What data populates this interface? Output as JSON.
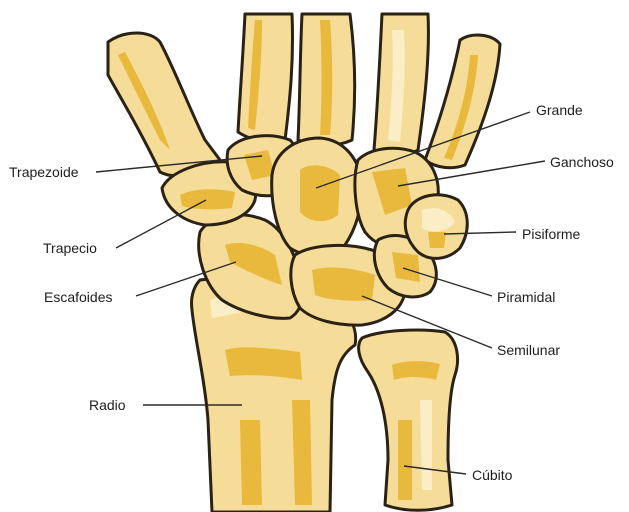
{
  "labels": {
    "trapezoide": "Trapezoide",
    "trapecio": "Trapecio",
    "escafoides": "Escafoides",
    "radio": "Radio",
    "grande": "Grande",
    "ganchoso": "Ganchoso",
    "pisiforme": "Pisiforme",
    "piramidal": "Piramidal",
    "semilunar": "Semilunar",
    "cubito": "Cúbito"
  },
  "colors": {
    "bone_fill": "#f5dc98",
    "bone_shade": "#e8b93c",
    "bone_highlight": "#fbeec6",
    "outline": "#2b2216",
    "leader_line": "#2b2b2b",
    "label_text": "#1e1e1e"
  }
}
